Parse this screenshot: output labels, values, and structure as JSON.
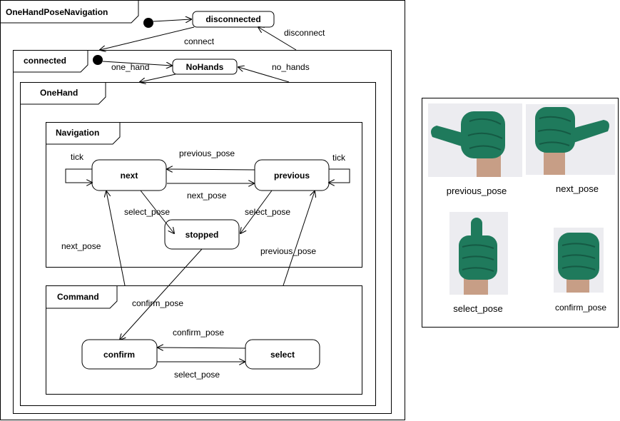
{
  "diagram": {
    "frames": {
      "outer": "OneHandPoseNavigation",
      "connected": "connected",
      "onehand": "OneHand",
      "navigation": "Navigation",
      "command": "Command"
    },
    "states": {
      "disconnected": "disconnected",
      "nohands": "NoHands",
      "next": "next",
      "previous": "previous",
      "stopped": "stopped",
      "confirm": "confirm",
      "select": "select"
    },
    "transitions": {
      "connect": "connect",
      "disconnect": "disconnect",
      "one_hand": "one_hand",
      "no_hands": "no_hands",
      "previous_pose_top": "previous_pose",
      "next_pose_mid": "next_pose",
      "tick_left": "tick",
      "tick_right": "tick",
      "select_pose_left": "select_pose",
      "select_pose_right": "select_pose",
      "next_pose_left": "next_pose",
      "previous_pose_right": "previous_pose",
      "confirm_pose_down": "confirm_pose",
      "confirm_pose_cmd": "confirm_pose",
      "select_pose_cmd": "select_pose"
    }
  },
  "gesture_panel": {
    "captions": {
      "previous_pose": "previous_pose",
      "next_pose": "next_pose",
      "select_pose": "select_pose",
      "confirm_pose": "confirm_pose"
    }
  },
  "colors": {
    "glove": "#1f7a5c",
    "glove_dark": "#155a44",
    "skin": "#c9a48c",
    "photo_bg": "#e9e9ee"
  }
}
